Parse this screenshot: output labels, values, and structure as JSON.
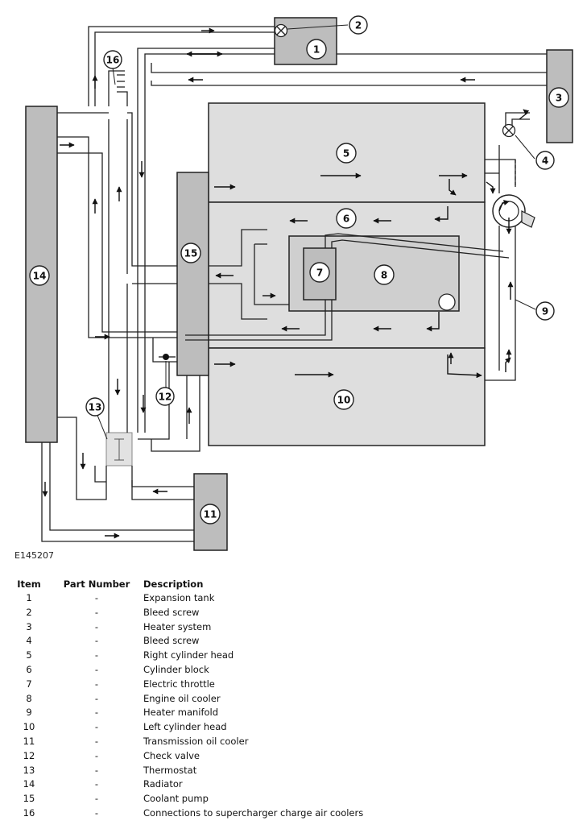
{
  "figure_id": "E145207",
  "callout_numbers": [
    "1",
    "2",
    "3",
    "4",
    "5",
    "6",
    "7",
    "8",
    "9",
    "10",
    "11",
    "12",
    "13",
    "14",
    "15",
    "16"
  ],
  "table": {
    "headers": {
      "item": "Item",
      "part_number": "Part Number",
      "description": "Description"
    },
    "rows": [
      {
        "item": "1",
        "part_number": "-",
        "description": "Expansion tank"
      },
      {
        "item": "2",
        "part_number": "-",
        "description": "Bleed screw"
      },
      {
        "item": "3",
        "part_number": "-",
        "description": "Heater system"
      },
      {
        "item": "4",
        "part_number": "-",
        "description": "Bleed screw"
      },
      {
        "item": "5",
        "part_number": "-",
        "description": "Right cylinder head"
      },
      {
        "item": "6",
        "part_number": "-",
        "description": "Cylinder block"
      },
      {
        "item": "7",
        "part_number": "-",
        "description": "Electric throttle"
      },
      {
        "item": "8",
        "part_number": "-",
        "description": "Engine oil cooler"
      },
      {
        "item": "9",
        "part_number": "-",
        "description": "Heater manifold"
      },
      {
        "item": "10",
        "part_number": "-",
        "description": "Left cylinder head"
      },
      {
        "item": "11",
        "part_number": "-",
        "description": "Transmission oil cooler"
      },
      {
        "item": "12",
        "part_number": "-",
        "description": "Check valve"
      },
      {
        "item": "13",
        "part_number": "-",
        "description": "Thermostat"
      },
      {
        "item": "14",
        "part_number": "-",
        "description": "Radiator"
      },
      {
        "item": "15",
        "part_number": "-",
        "description": "Coolant pump"
      },
      {
        "item": "16",
        "part_number": "-",
        "description": "Connections to supercharger charge air coolers"
      }
    ]
  },
  "colors": {
    "component_dark": "#bdbdbd",
    "component_light": "#dedede",
    "line": "#222222"
  }
}
